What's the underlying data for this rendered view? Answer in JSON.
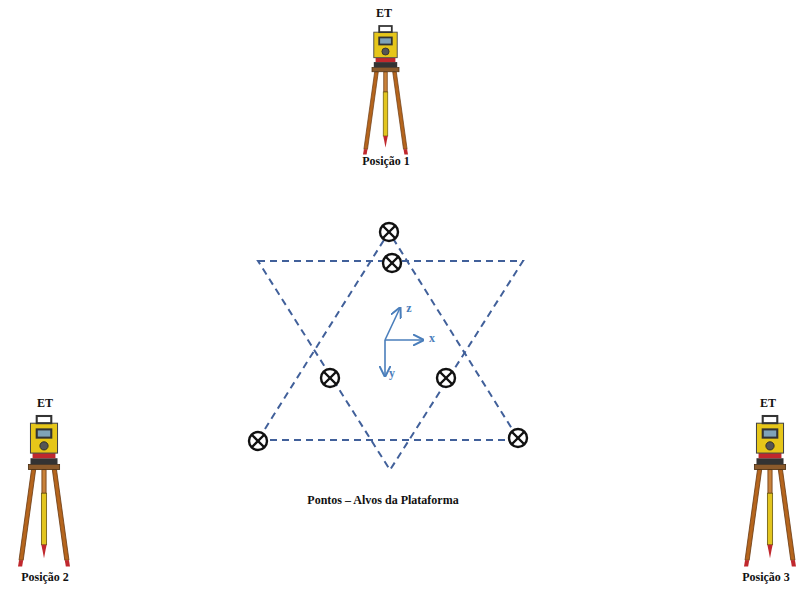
{
  "diagram": {
    "labels": [
      "ET",
      "Posição 1",
      "ET",
      "Posição 2",
      "ET",
      "Posição 3",
      "z",
      "x",
      "y",
      "Pontos – Alvos da Plataforma"
    ]
  }
}
